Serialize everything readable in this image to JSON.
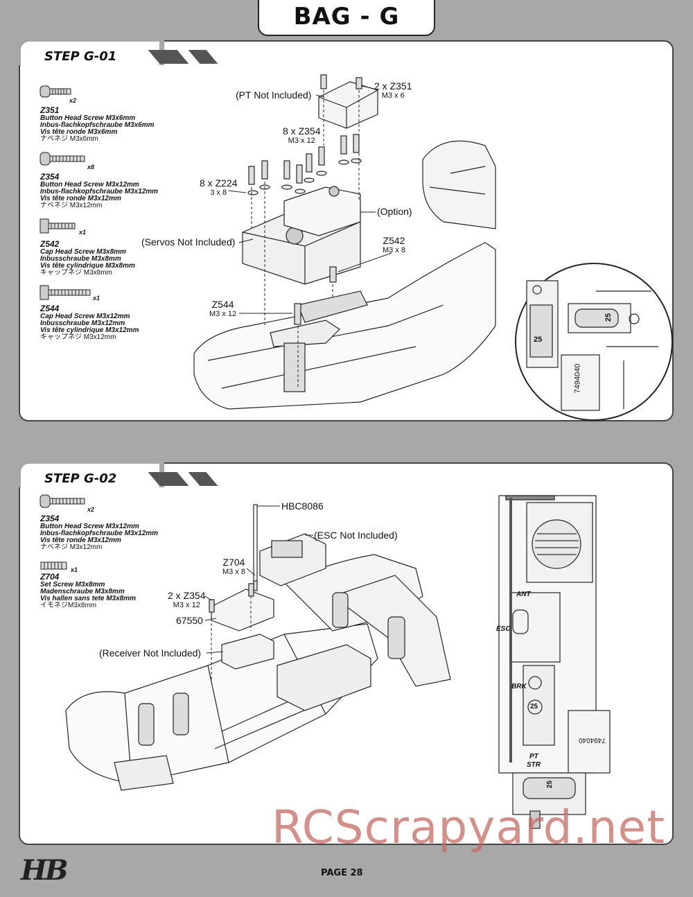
{
  "header": {
    "bag_title": "BAG - G"
  },
  "step1": {
    "label": "STEP G-01",
    "parts": [
      {
        "code": "Z351",
        "qty": "x2",
        "lines": [
          "Button Head Screw M3x6mm",
          "Inbus-flachkopfschraube M3x6mm",
          "Vis tête ronde M3x6mm"
        ],
        "jp": "ナベネジ M3x6mm"
      },
      {
        "code": "Z354",
        "qty": "x8",
        "lines": [
          "Button Head Screw M3x12mm",
          "Inbus-flachkopfschraube M3x12mm",
          "Vis tête ronde M3x12mm"
        ],
        "jp": "ナベネジ M3x12mm"
      },
      {
        "code": "Z542",
        "qty": "x1",
        "lines": [
          "Cap Head Screw M3x8mm",
          "Inbusschraube M3x8mm",
          "Vis tête cylindrique M3x8mm"
        ],
        "jp": "キャップネジ M3x8mm"
      },
      {
        "code": "Z544",
        "qty": "x1",
        "lines": [
          "Cap Head Screw M3x12mm",
          "Inbusschraube M3x12mm",
          "Vis tête cylindrique M3x12mm"
        ],
        "jp": "キャップネジ M3x12mm"
      }
    ],
    "callouts": {
      "pt_not_included": "(PT Not Included)",
      "z351_main": "2 x Z351",
      "z351_sub": "M3 x 6",
      "z354_main": "8 x Z354",
      "z354_sub": "M3 x 12",
      "z224_main": "8 x Z224",
      "z224_sub": "3 x 8",
      "option": "(Option)",
      "servos_not_included": "(Servos Not Included)",
      "z542_main": "Z542",
      "z542_sub": "M3 x 8",
      "z544_main": "Z544",
      "z544_sub": "M3 x 12"
    },
    "detail_labels": {
      "servo_num_a": "25",
      "servo_num_b": "25",
      "pt_code": "7494040"
    }
  },
  "step2": {
    "label": "STEP G-02",
    "parts": [
      {
        "code": "Z354",
        "qty": "x2",
        "lines": [
          "Button Head Screw M3x12mm",
          "Inbus-flachkopfschraube M3x12mm",
          "Vis tête ronde M3x12mm"
        ],
        "jp": "ナベネジ M3x12mm"
      },
      {
        "code": "Z704",
        "qty": "x1",
        "lines": [
          "Set Screw M3x8mm",
          "Madenschraube M3x8mm",
          "Vis  hallen sans tete M3x8mm"
        ],
        "jp": "イモネジM3x8mm"
      }
    ],
    "callouts": {
      "hbc8086": "HBC8086",
      "esc_not_included": "(ESC Not Included)",
      "z704_main": "Z704",
      "z704_sub": "M3 x 8",
      "z354_main": "2 x Z354",
      "z354_sub": "M3 x 12",
      "part_67550": "67550",
      "receiver_not_included": "(Receiver Not Included)"
    },
    "wiring_labels": {
      "ant": "ANT",
      "esc": "ESC",
      "brk": "BRK",
      "pt": "PT",
      "str": "STR",
      "num_a": "25",
      "num_b": "25",
      "pt_code": "7494040"
    }
  },
  "footer": {
    "page": "PAGE 28",
    "logo": "HB",
    "watermark": "RCScrapyard.net"
  }
}
